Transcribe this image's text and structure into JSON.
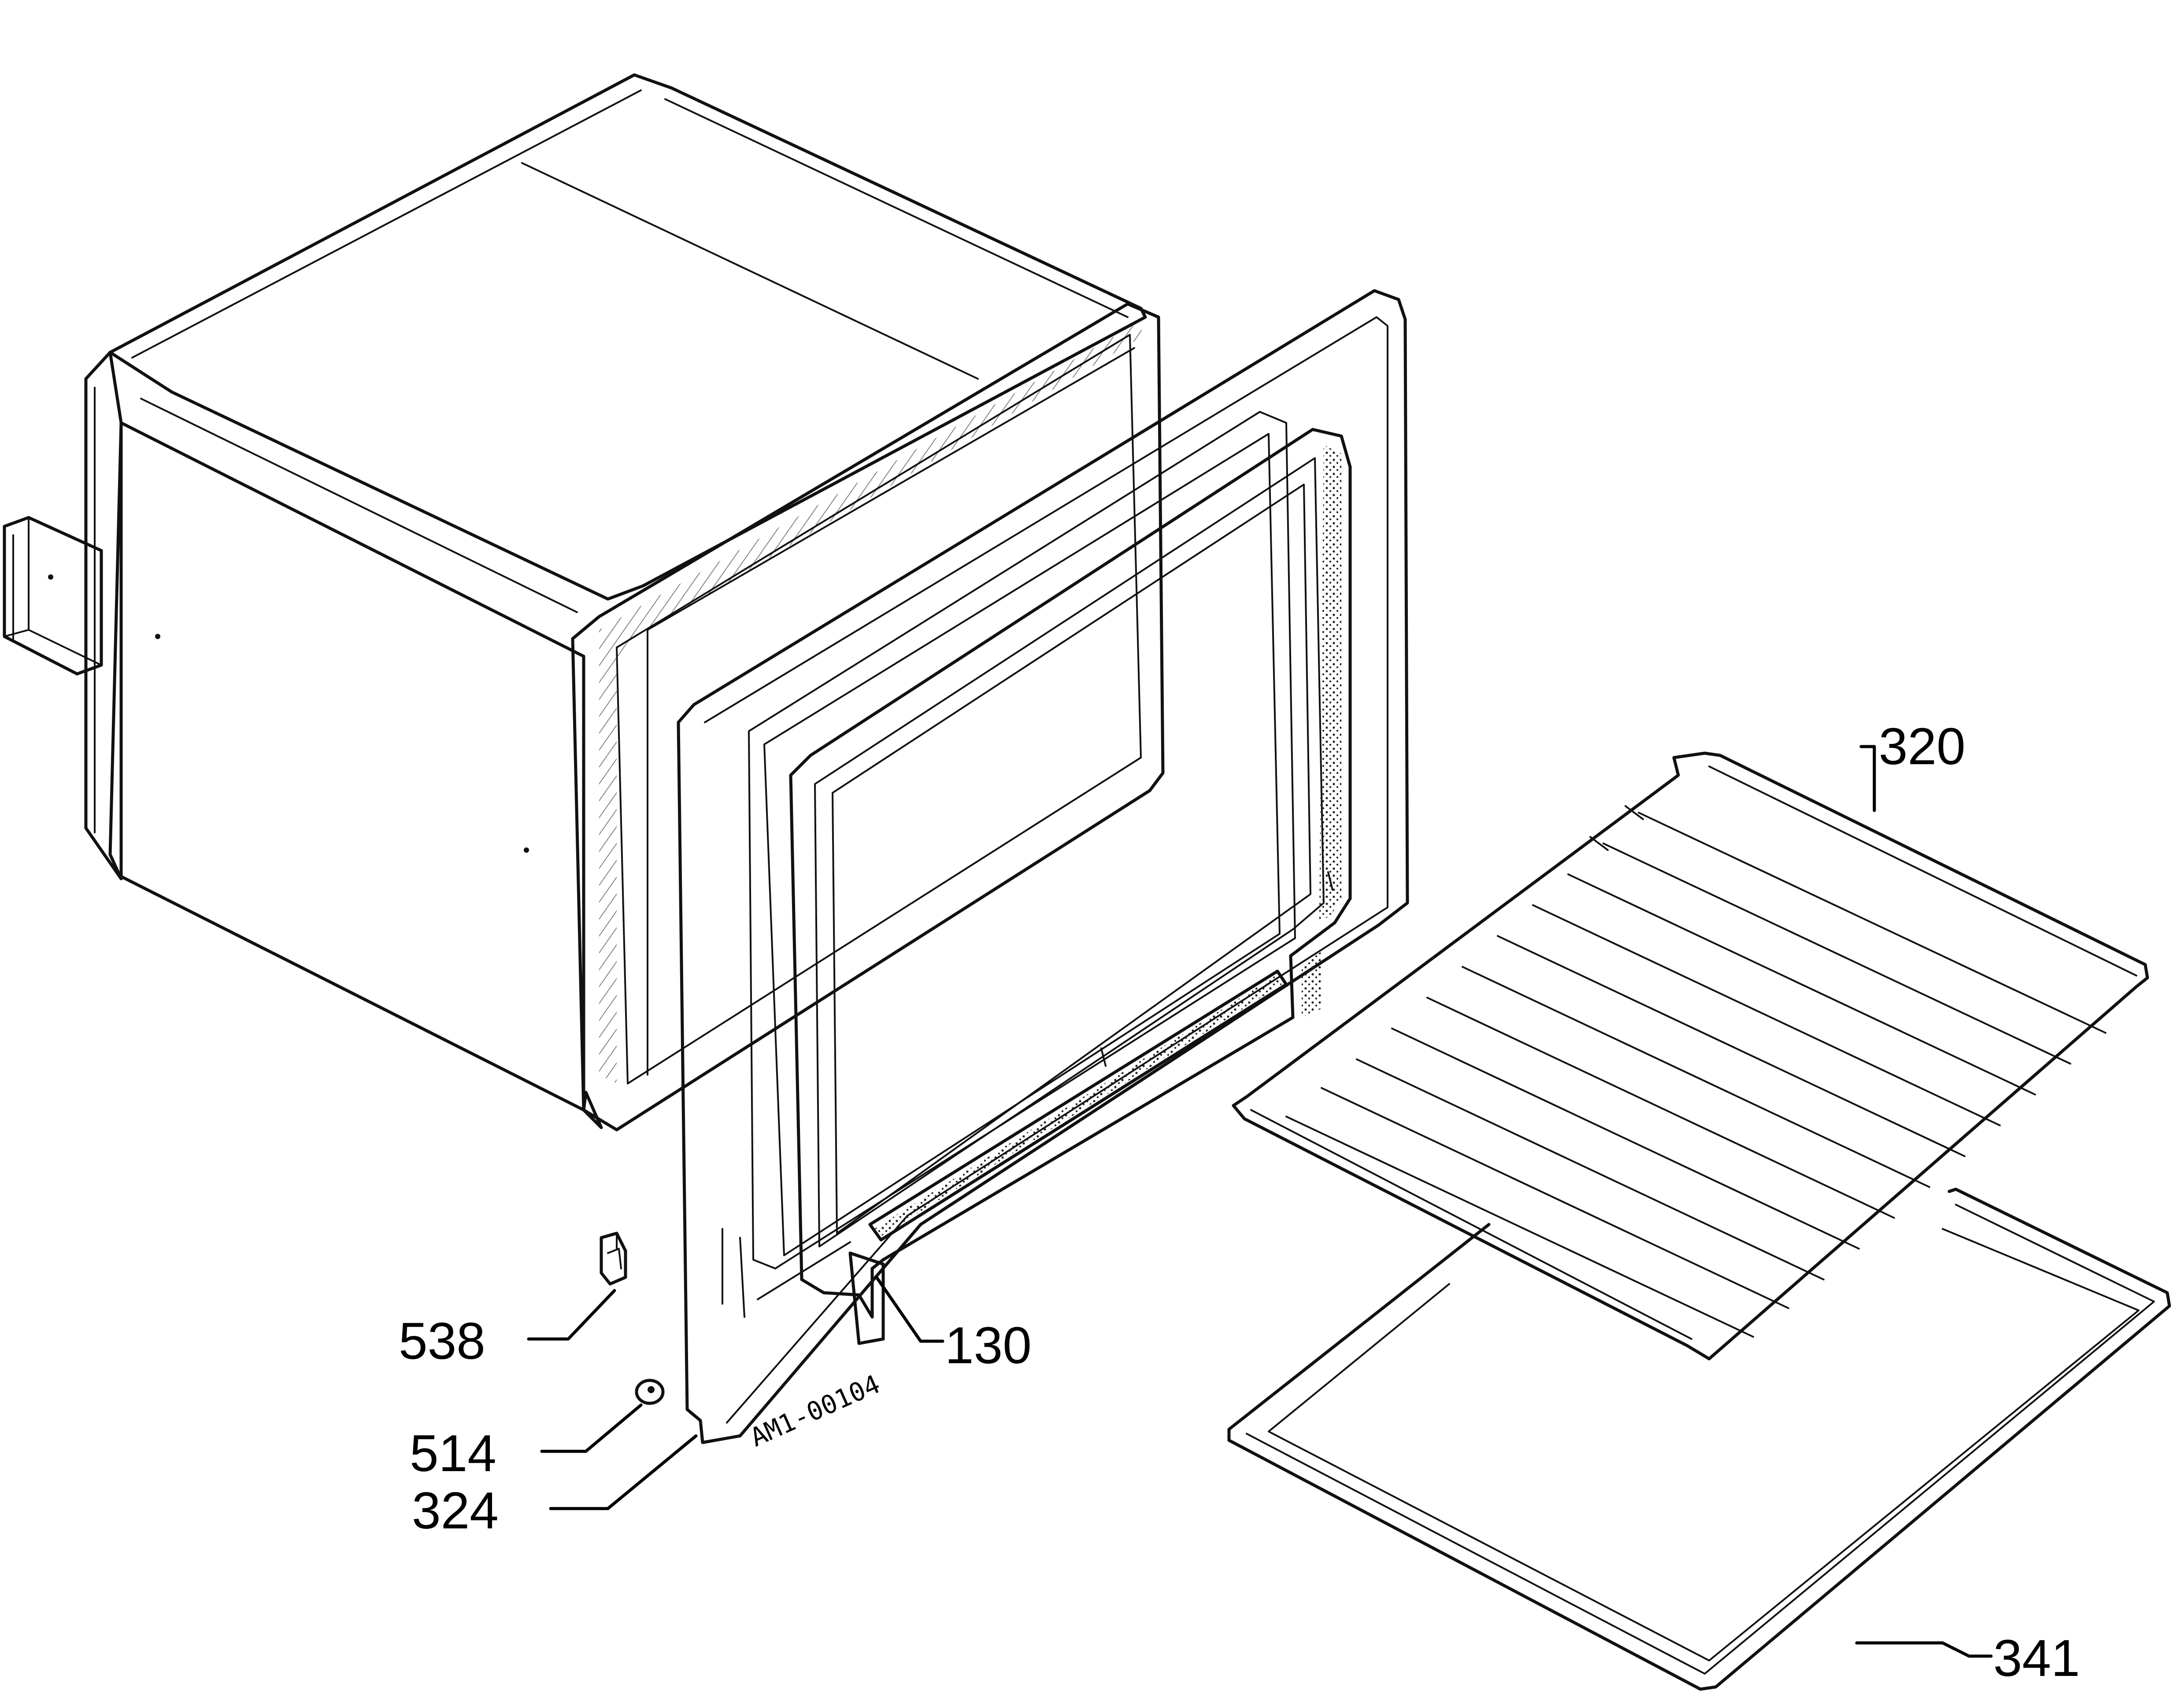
{
  "drawing": {
    "reference_code": "AM1-00104",
    "callouts": [
      {
        "id": "320",
        "label": "320",
        "part": "wire-shelf"
      },
      {
        "id": "130",
        "label": "130",
        "part": "front-frame"
      },
      {
        "id": "538",
        "label": "538",
        "part": "clip"
      },
      {
        "id": "514",
        "label": "514",
        "part": "screw"
      },
      {
        "id": "324",
        "label": "324",
        "part": "oven-liner"
      },
      {
        "id": "341",
        "label": "341",
        "part": "baking-tray"
      }
    ]
  }
}
